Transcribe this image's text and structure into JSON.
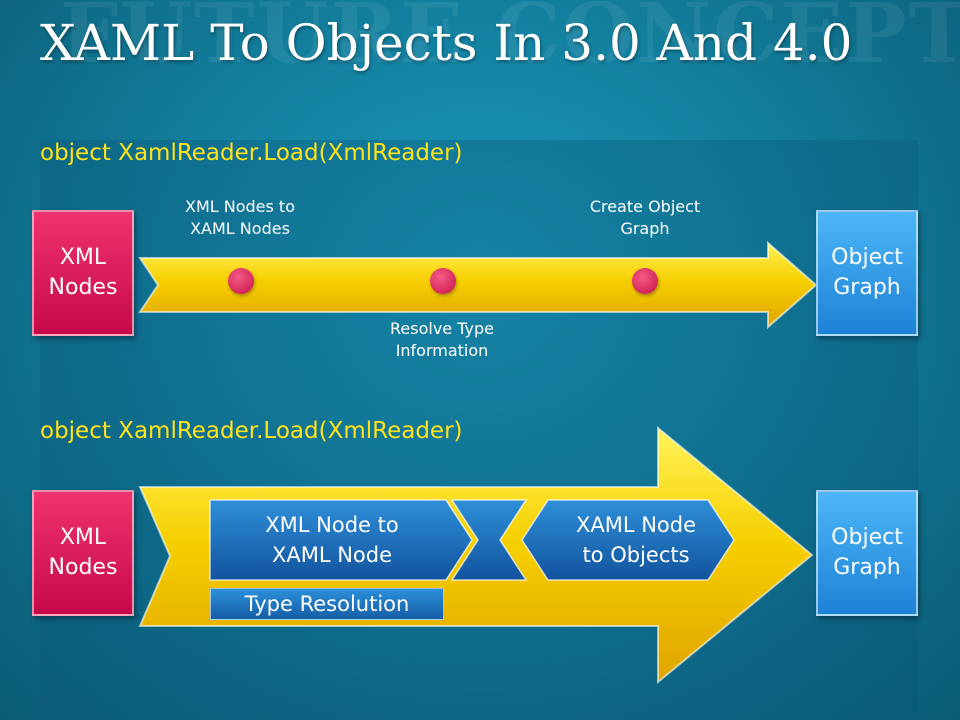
{
  "watermark": "FUTURE CONCEPT",
  "title": "XAML To Objects In 3.0 And 4.0",
  "section_top": {
    "heading": "object XamlReader.Load(XmlReader)",
    "source_label": "XML\nNodes",
    "target_label": "Object\nGraph",
    "steps": [
      {
        "label": "XML Nodes to\nXAML Nodes",
        "position": "above"
      },
      {
        "label": "Resolve Type\nInformation",
        "position": "below"
      },
      {
        "label": "Create Object\nGraph",
        "position": "above"
      }
    ]
  },
  "section_bottom": {
    "heading": "object XamlReader.Load(XmlReader)",
    "source_label": "XML\nNodes",
    "target_label": "Object\nGraph",
    "stage_left": "XML Node to\nXAML Node",
    "stage_right": "XAML Node\nto Objects",
    "sub_label": "Type Resolution"
  },
  "colors": {
    "arrow": "#f2c200",
    "source_box": "#d81558",
    "target_box": "#3aa0ef",
    "stage": "#1a6cb5",
    "heading": "#ffe21a"
  }
}
